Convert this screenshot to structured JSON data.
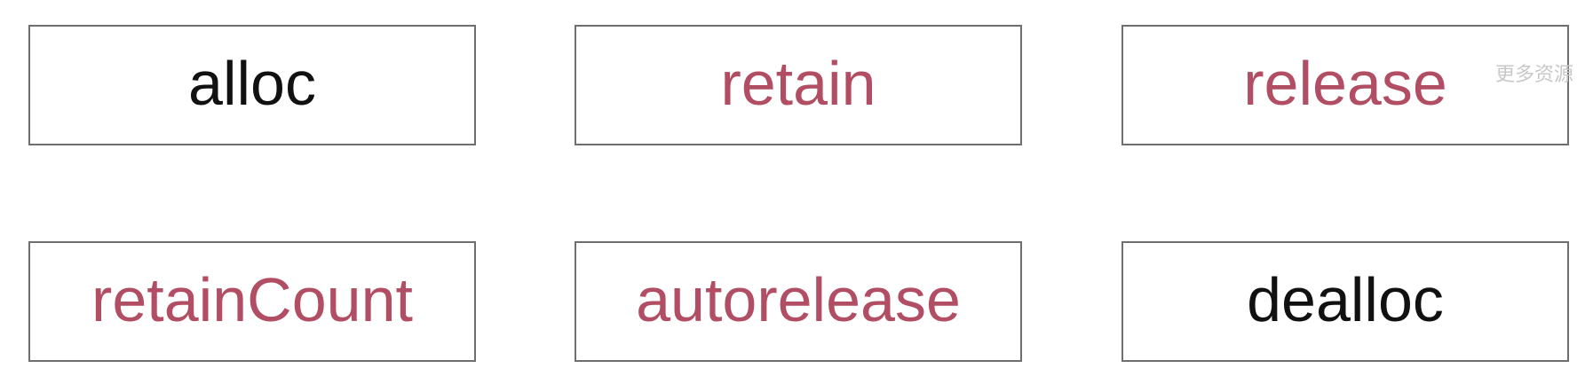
{
  "colors": {
    "black_text": "#111111",
    "highlight_text": "#b24e63",
    "border": "#6e6e6e"
  },
  "boxes": [
    {
      "label": "alloc",
      "color": "#111111"
    },
    {
      "label": "retain",
      "color": "#b24e63"
    },
    {
      "label": "release",
      "color": "#b24e63"
    },
    {
      "label": "retainCount",
      "color": "#b24e63"
    },
    {
      "label": "autorelease",
      "color": "#b24e63"
    },
    {
      "label": "dealloc",
      "color": "#111111"
    }
  ],
  "watermark": "更多资源"
}
